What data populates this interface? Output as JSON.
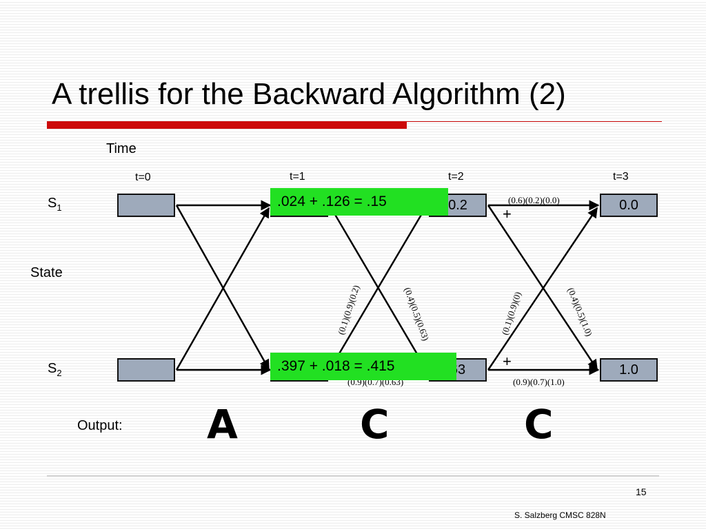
{
  "title": "A trellis for the Backward Algorithm (2)",
  "axis": {
    "time_label": "Time",
    "state_label": "State"
  },
  "time_steps": [
    "t=0",
    "t=1",
    "t=2",
    "t=3"
  ],
  "states": [
    {
      "letter": "S",
      "sub": "1"
    },
    {
      "letter": "S",
      "sub": "2"
    }
  ],
  "nodes": {
    "s1": [
      "",
      "",
      "0.2",
      "0.0"
    ],
    "s2": [
      "",
      "",
      "63",
      "1.0"
    ]
  },
  "calculations": {
    "s1_t1": ".024 + .126 = .15",
    "s2_t1": ".397 + .018 = .415"
  },
  "edge_labels": {
    "t1_t2_cross_up": "(0.1)(0.9)(0.2)",
    "t1_t2_cross_down": "(0.4)(0.5)(0.63)",
    "t1_t2_bottom": "(0.9)(0.7)(0.63)",
    "t2_t3_top": "(0.6)(0.2)(0.0)",
    "t2_t3_cross_up": "(0.1)(0.9)(0)",
    "t2_t3_cross_down": "(0.4)(0.5)(1.0)",
    "t2_t3_bottom": "(0.9)(0.7)(1.0)"
  },
  "plus_signs": {
    "t1_top": "+",
    "t2_top": "+",
    "t2_bottom": "+"
  },
  "output": {
    "label": "Output:",
    "symbols": [
      "A",
      "C",
      "C"
    ]
  },
  "footer": {
    "page_number": "15",
    "credit": "S. Salzberg CMSC 828N"
  },
  "colors": {
    "accent_red": "#cc0a0a",
    "highlight_green": "#22e022",
    "node_fill": "#9eaabb"
  }
}
